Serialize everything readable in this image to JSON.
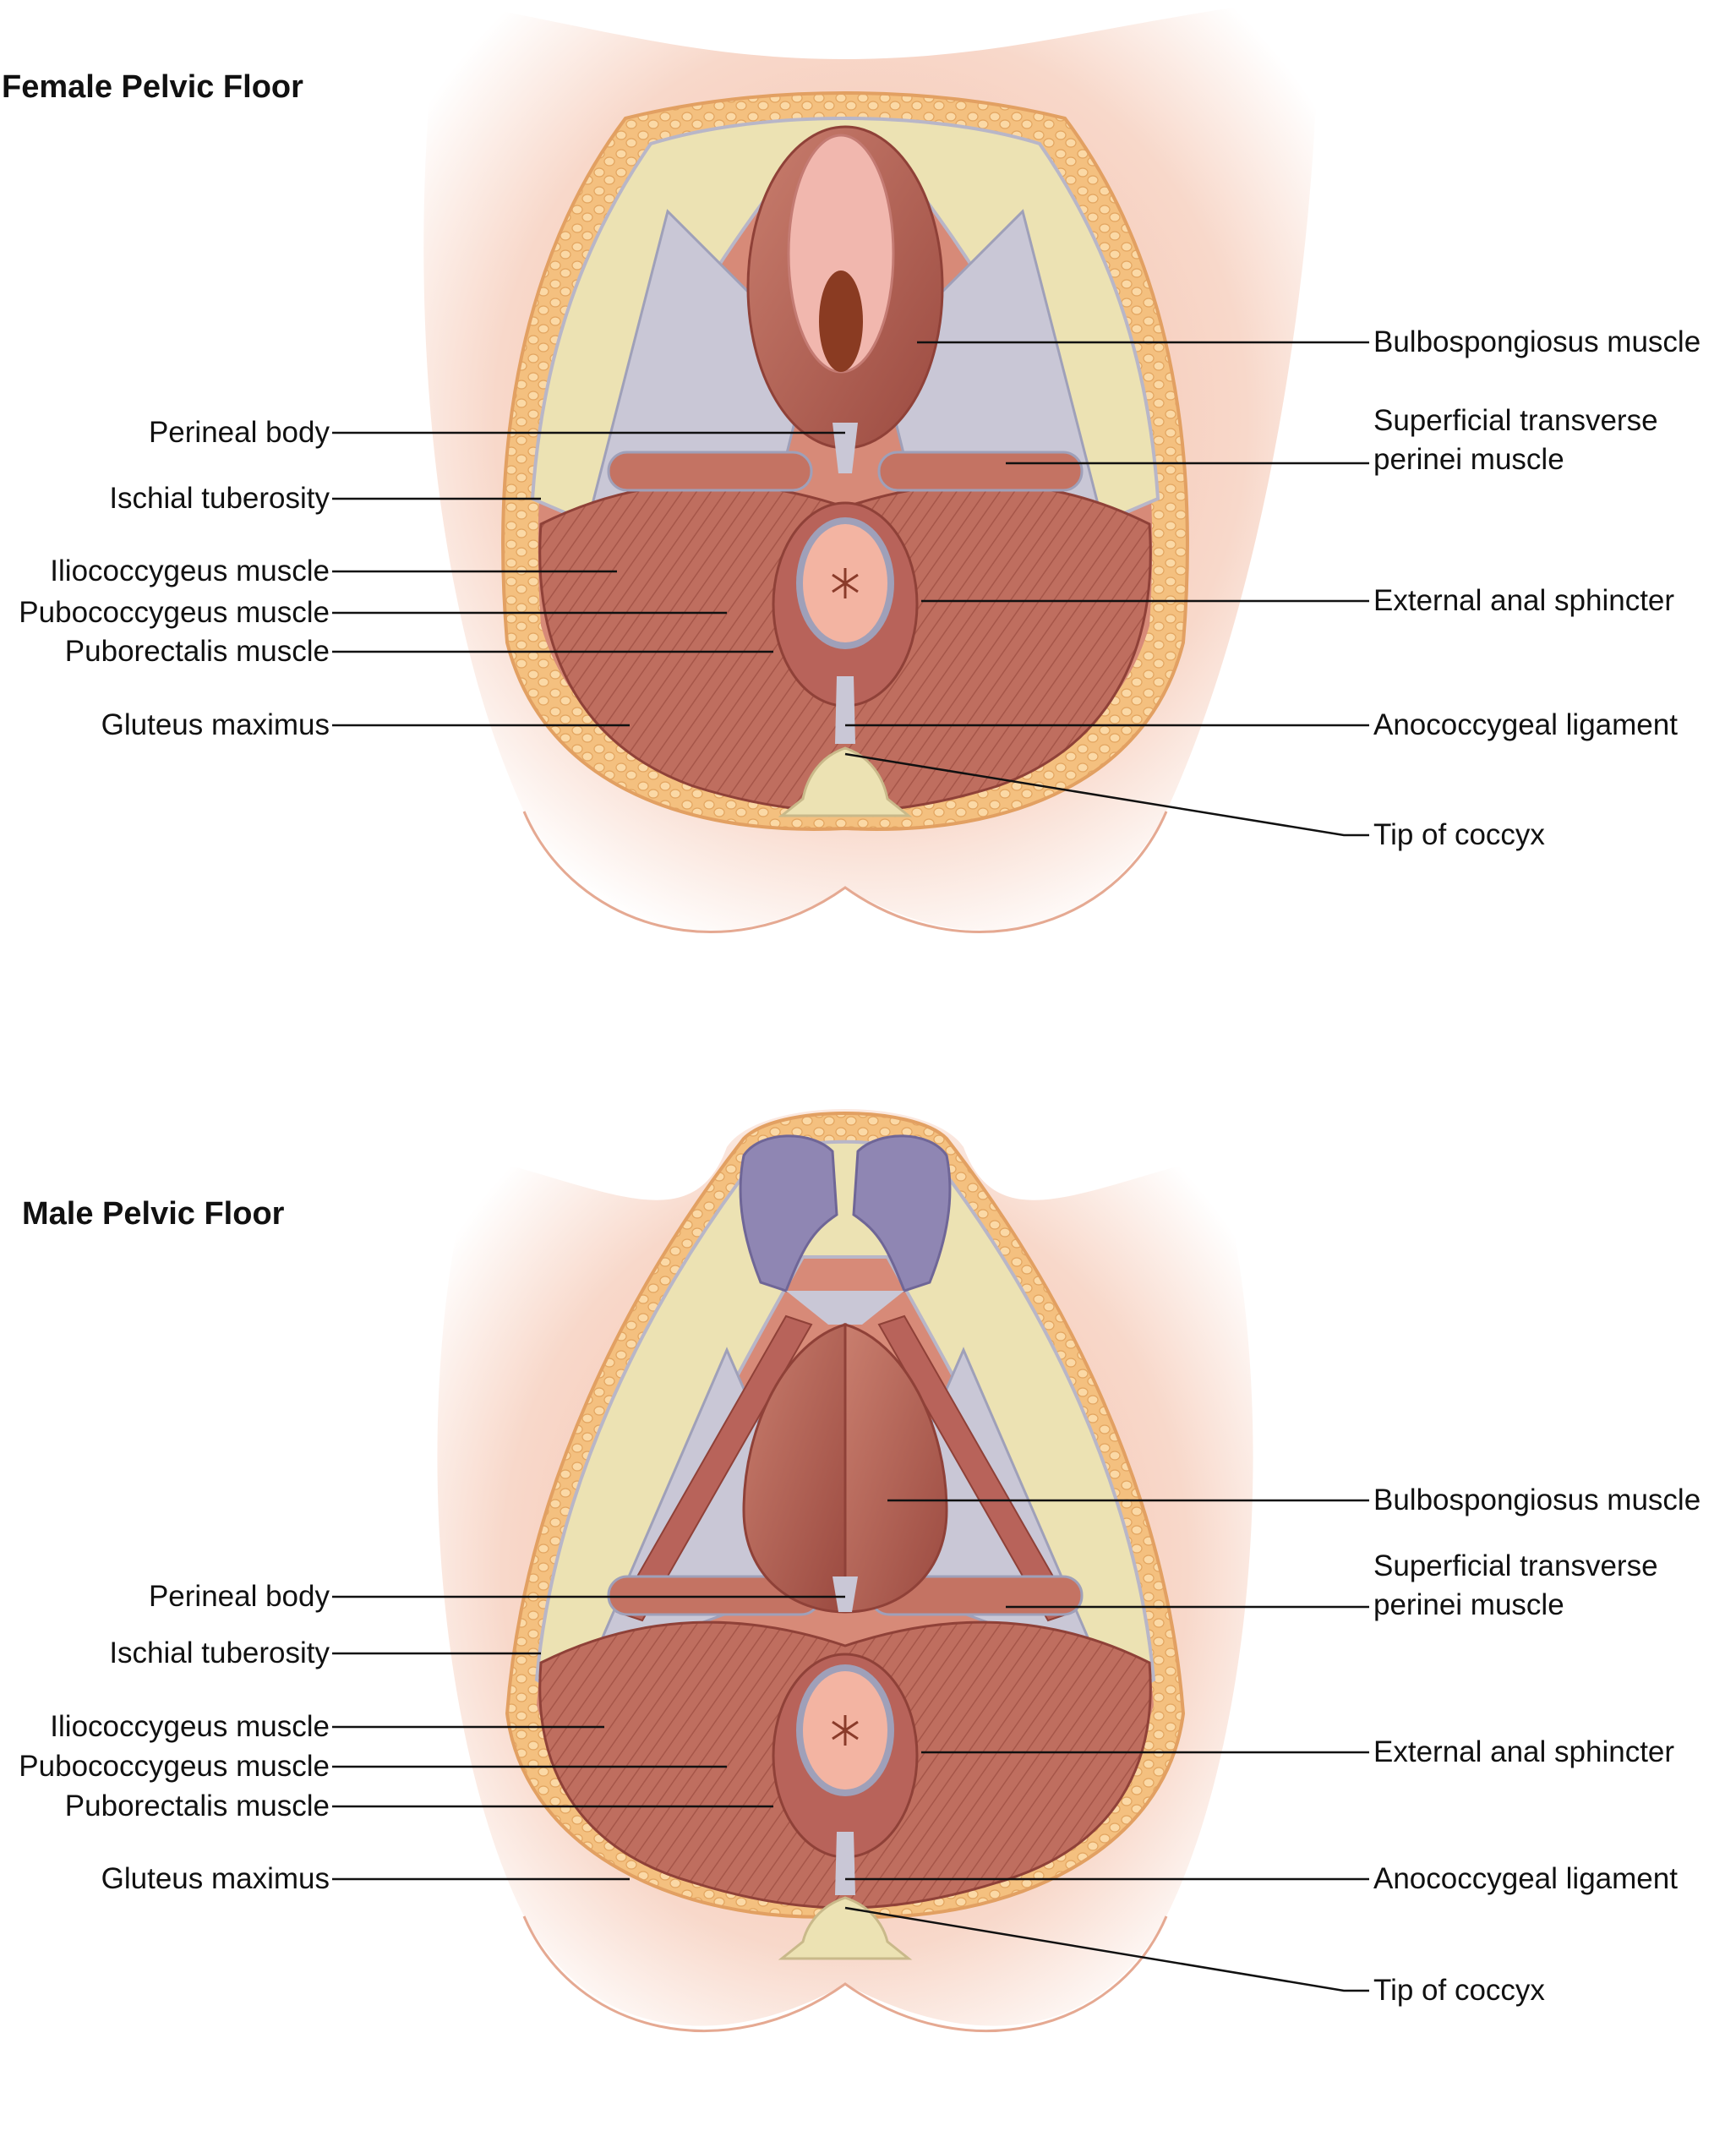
{
  "female": {
    "title": "Female Pelvic Floor",
    "labels": {
      "perineal_body": "Perineal body",
      "ischial_tuberosity": "Ischial tuberosity",
      "iliococcygeus": "Iliococcygeus muscle",
      "pubococcygeus": "Pubococcygeus muscle",
      "puborectalis": "Puborectalis muscle",
      "gluteus_maximus": "Gluteus maximus",
      "bulbospongiosus": "Bulbospongiosus muscle",
      "superficial_transverse_1": "Superficial transverse",
      "superficial_transverse_2": "perinei muscle",
      "external_anal_sphincter": "External anal sphincter",
      "anococcygeal_ligament": "Anococcygeal ligament",
      "tip_of_coccyx": "Tip of coccyx"
    }
  },
  "male": {
    "title": "Male Pelvic Floor",
    "labels": {
      "perineal_body": "Perineal body",
      "ischial_tuberosity": "Ischial tuberosity",
      "iliococcygeus": "Iliococcygeus muscle",
      "pubococcygeus": "Pubococcygeus muscle",
      "puborectalis": "Puborectalis muscle",
      "gluteus_maximus": "Gluteus maximus",
      "bulbospongiosus": "Bulbospongiosus muscle",
      "superficial_transverse_1": "Superficial transverse",
      "superficial_transverse_2": "perinei muscle",
      "external_anal_sphincter": "External anal sphincter",
      "anococcygeal_ligament": "Anococcygeal ligament",
      "tip_of_coccyx": "Tip of coccyx"
    }
  },
  "colors": {
    "skin": "#f6d2c1",
    "fat": "#f7c991",
    "muscle": "#bd6b5d",
    "fascia": "#c9c7d6",
    "bone": "#ece2b3"
  }
}
